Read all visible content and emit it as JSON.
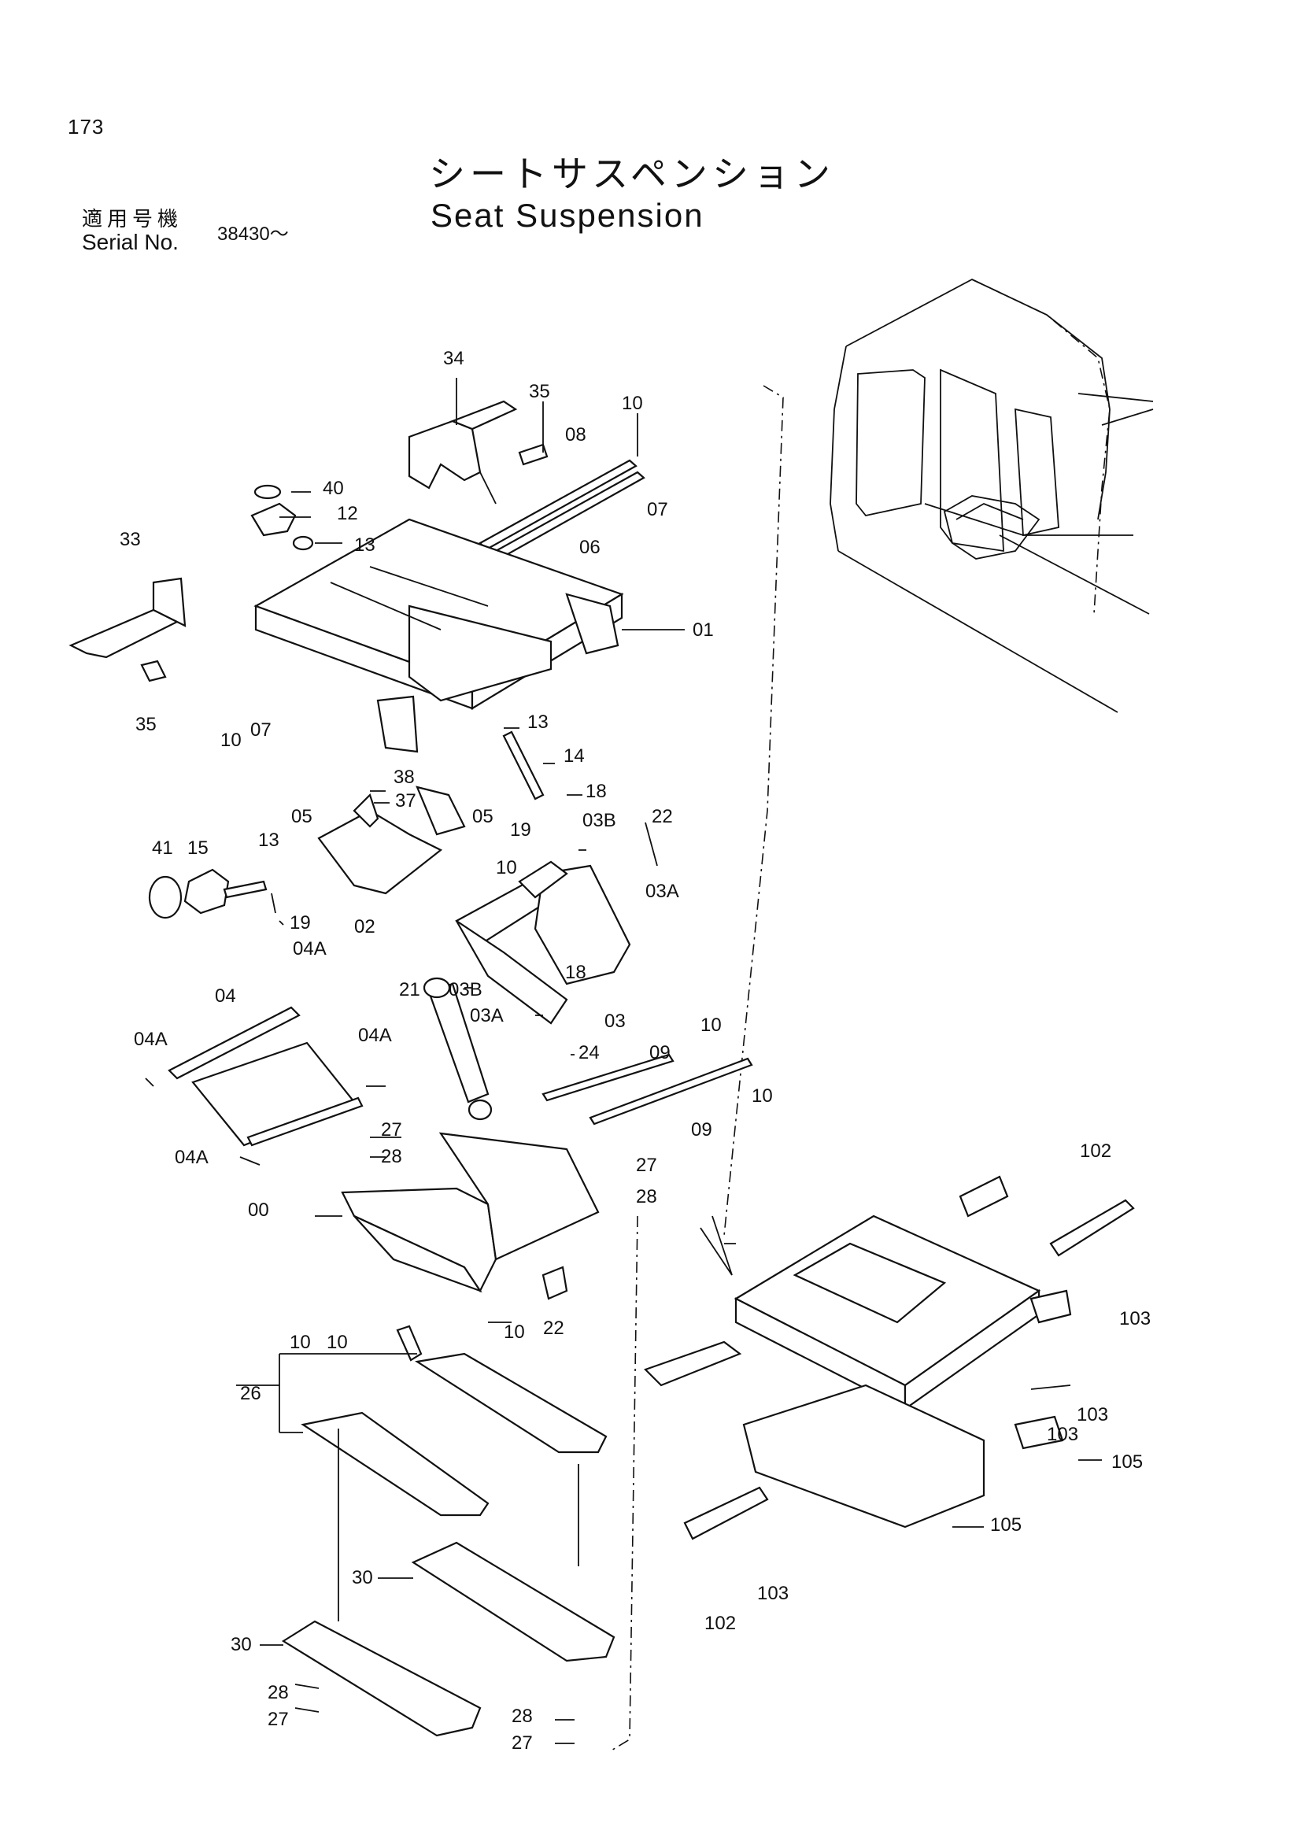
{
  "header": {
    "page_number": "173",
    "title_jp": "シートサスペンション",
    "title_en": "Seat Suspension",
    "serial_label_jp": "適用号機",
    "serial_label_en": "Serial No.",
    "serial_value": "38430～"
  },
  "callouts": [
    "34",
    "35",
    "08",
    "10",
    "07",
    "40",
    "12",
    "13",
    "06",
    "33",
    "01",
    "35",
    "10",
    "07",
    "13",
    "14",
    "38",
    "37",
    "18",
    "05",
    "05",
    "19",
    "03B",
    "22",
    "41",
    "15",
    "13",
    "10",
    "19",
    "02",
    "03A",
    "04A",
    "18",
    "21",
    "03B",
    "03",
    "04",
    "03A",
    "24",
    "04A",
    "04A",
    "09",
    "10",
    "10",
    "09",
    "27",
    "28",
    "27",
    "04A",
    "28",
    "00",
    "22",
    "10",
    "10",
    "10",
    "26",
    "102",
    "103",
    "103",
    "103",
    "105",
    "105",
    "103",
    "102",
    "30",
    "30",
    "28",
    "27",
    "28",
    "27"
  ]
}
